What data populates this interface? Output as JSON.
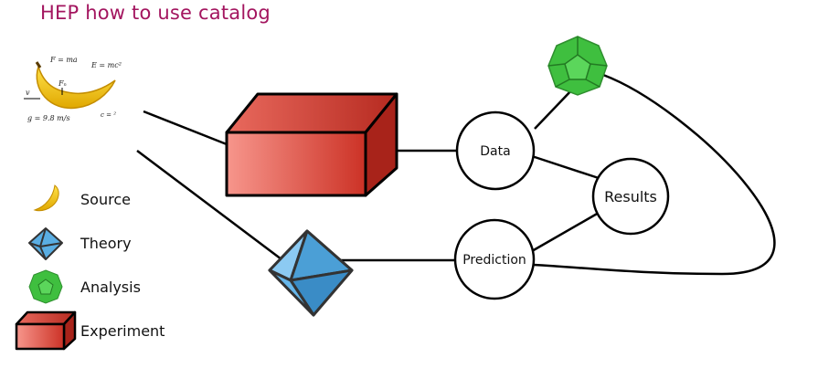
{
  "title": "HEP how to use catalog",
  "nodes": {
    "data": "Data",
    "prediction": "Prediction",
    "results": "Results"
  },
  "legend": {
    "source": "Source",
    "theory": "Theory",
    "analysis": "Analysis",
    "experiment": "Experiment"
  },
  "equations": {
    "newton": "F = ma",
    "einstein": "E = mc²",
    "normal_force": "Fₙ",
    "velocity": "v",
    "gravity": "g = 9.8 m/s",
    "light": "c = ²"
  },
  "colors": {
    "title": "#a3155f",
    "experiment": "#d9443a",
    "theory": "#5aaee3",
    "analysis": "#3fbf3f",
    "source": "#f5c518"
  }
}
